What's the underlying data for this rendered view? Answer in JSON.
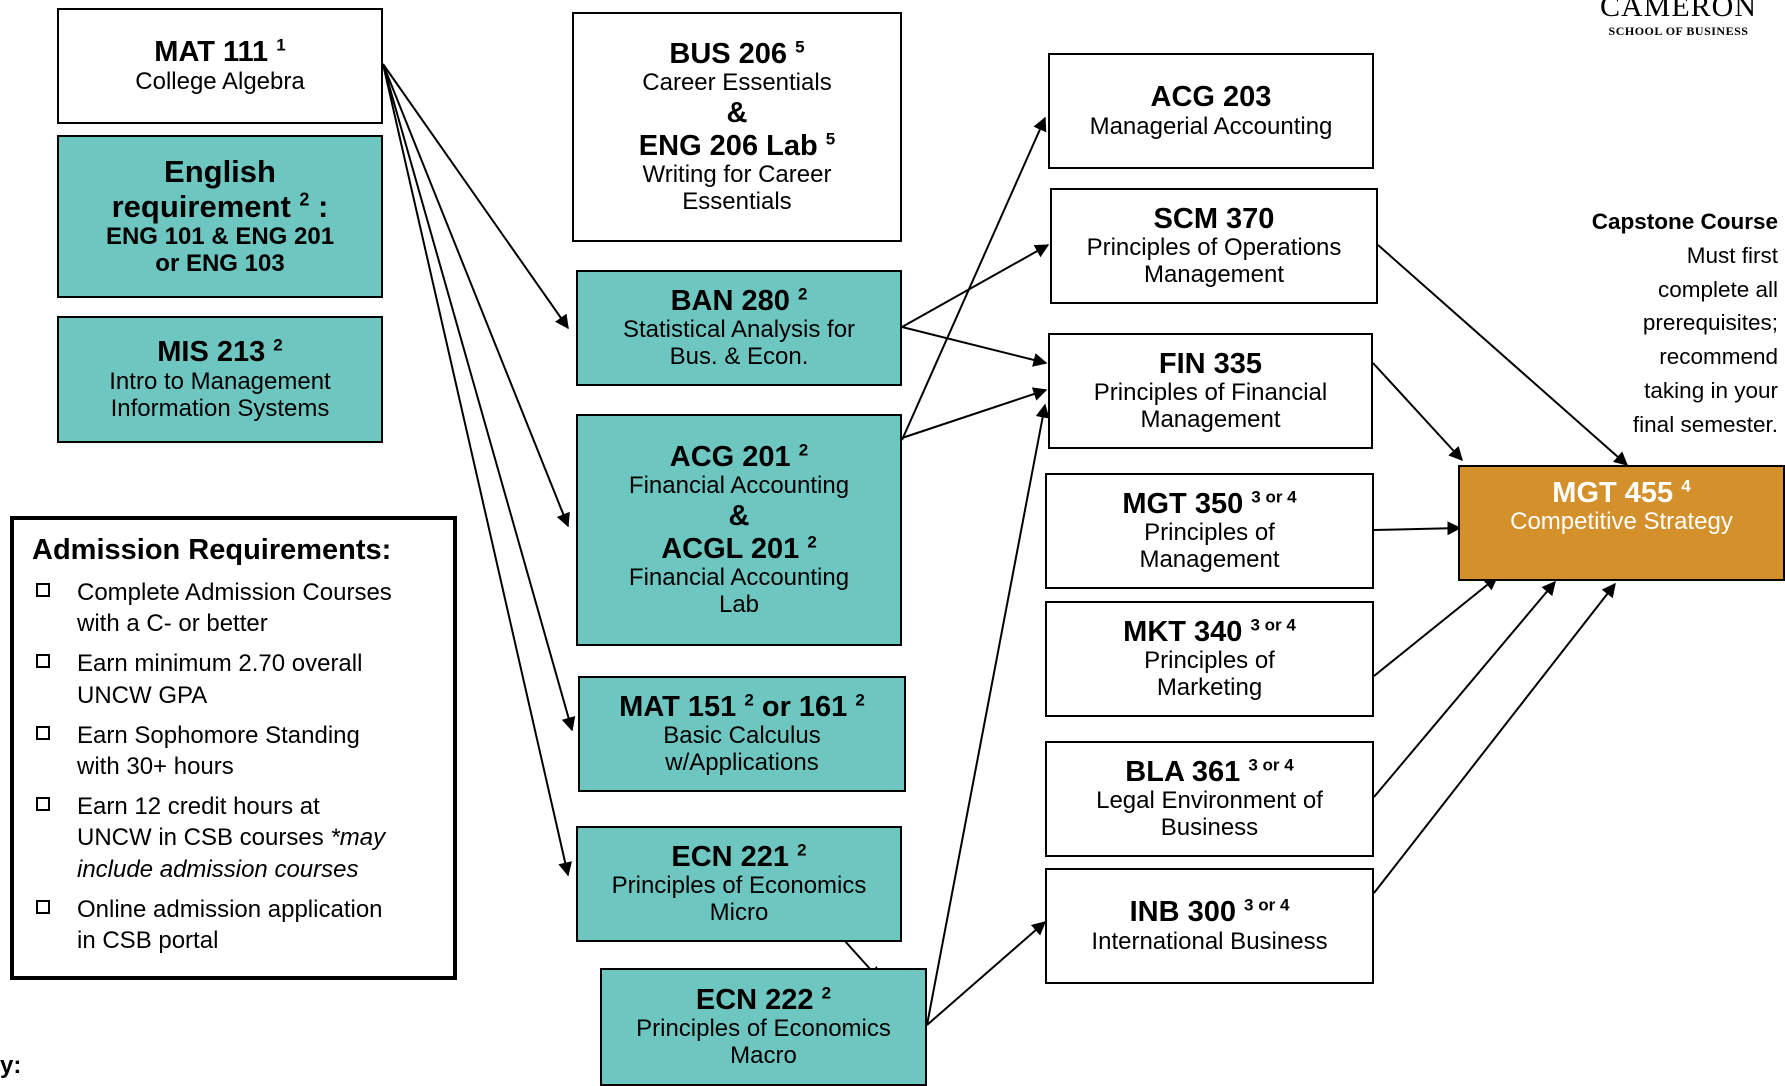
{
  "logo": {
    "line1": "CAMERON",
    "line2": "SCHOOL OF BUSINESS"
  },
  "courses": {
    "mat111": {
      "code": "MAT 111",
      "sup": "1",
      "name": "College Algebra"
    },
    "english": {
      "line1": "English",
      "line2": "requirement",
      "sup": "2",
      "colon": ":",
      "line3": "ENG 101 & ENG 201",
      "line4": "or ENG 103"
    },
    "mis213": {
      "code": "MIS 213",
      "sup": "2",
      "name1": "Intro to Management",
      "name2": "Information Systems"
    },
    "bus206": {
      "code": "BUS 206",
      "sup": "5",
      "name": "Career Essentials",
      "amp": "&",
      "code2": "ENG 206 Lab",
      "sup2": "5",
      "name2a": "Writing for Career",
      "name2b": "Essentials"
    },
    "ban280": {
      "code": "BAN 280",
      "sup": "2",
      "name1": "Statistical Analysis for",
      "name2": "Bus. & Econ."
    },
    "acg201": {
      "code": "ACG 201",
      "sup": "2",
      "name": "Financial Accounting",
      "amp": "&",
      "code2": "ACGL 201",
      "sup2": "2",
      "name2a": "Financial Accounting",
      "name2b": "Lab"
    },
    "mat151": {
      "code": "MAT 151",
      "sup": "2",
      "or": "or 161",
      "sup2": "2",
      "name1": "Basic Calculus",
      "name2": "w/Applications"
    },
    "ecn221": {
      "code": "ECN 221",
      "sup": "2",
      "name1": "Principles of Economics",
      "name2": "Micro"
    },
    "ecn222": {
      "code": "ECN 222",
      "sup": "2",
      "name1": "Principles of Economics",
      "name2": "Macro"
    },
    "acg203": {
      "code": "ACG 203",
      "name": "Managerial Accounting"
    },
    "scm370": {
      "code": "SCM 370",
      "name1": "Principles of Operations",
      "name2": "Management"
    },
    "fin335": {
      "code": "FIN 335",
      "name1": "Principles of Financial",
      "name2": "Management"
    },
    "mgt350": {
      "code": "MGT 350",
      "sup": "3 or 4",
      "name1": "Principles of",
      "name2": "Management"
    },
    "mkt340": {
      "code": "MKT 340",
      "sup": "3 or 4",
      "name1": "Principles of",
      "name2": "Marketing"
    },
    "bla361": {
      "code": "BLA 361",
      "sup": "3 or 4",
      "name1": "Legal Environment of",
      "name2": "Business"
    },
    "inb300": {
      "code": "INB 300",
      "sup": "3 or 4",
      "name": "International Business"
    },
    "mgt455": {
      "code": "MGT 455",
      "sup": "4",
      "name": "Competitive Strategy"
    }
  },
  "capstone": {
    "title": "Capstone Course",
    "lines": [
      "Must first",
      "complete all",
      "prerequisites;",
      "recommend",
      "taking in your",
      "final semester."
    ]
  },
  "admission": {
    "heading": "Admission Requirements:",
    "items": [
      {
        "l1": "Complete Admission Courses",
        "l2": "with a C- or better"
      },
      {
        "l1": "Earn minimum 2.70 overall",
        "l2": "UNCW GPA"
      },
      {
        "l1": "Earn Sophomore Standing",
        "l2": "with 30+ hours"
      },
      {
        "l1": "Earn 12 credit hours at",
        "l2a": "UNCW in CSB courses ",
        "l2b": "*may",
        "l3": "include admission courses"
      },
      {
        "l1": "Online admission application",
        "l2": "in CSB portal"
      }
    ]
  },
  "key": {
    "label": "y:"
  },
  "colors": {
    "teal": "#6ec6c0",
    "gold": "#d4902a",
    "white": "#ffffff"
  }
}
